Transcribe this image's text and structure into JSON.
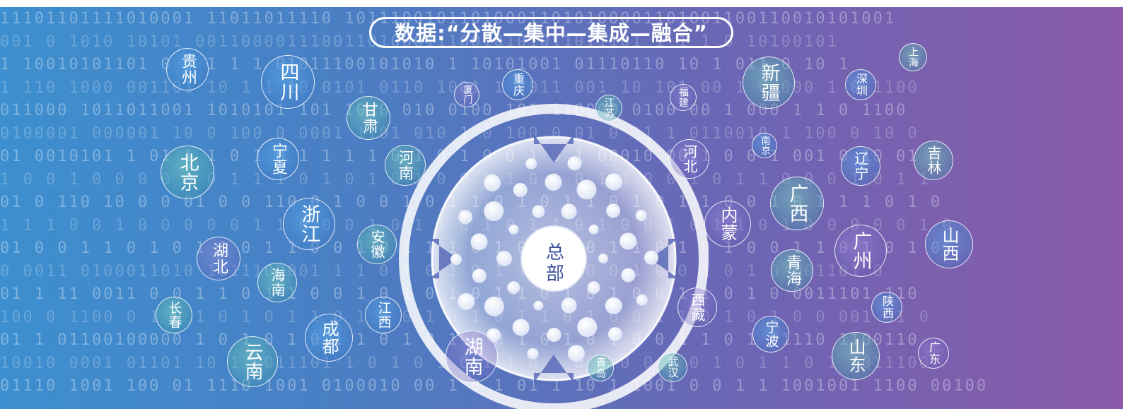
{
  "title": "数据:“分散—集中—集成—融合”",
  "hub": {
    "label": "总部"
  },
  "binary_rows": [
    "11101101111010001  11011011110 101110010110100011010100001101001100110010101001",
    "001 0 1010 10101  001100001110011010001110010101011011101 1 1 1 0 10100101",
    "1 10010101101  0  0 1 1 1 01011100101010 1 10101001 01110110 10 1 011 0 10 1",
    "1 110 1000 001101 10 1 1 10 0101 0110 1001 1 1011 001 10 101 00 1 0 000 1 0 1100",
    "011000 1011011001 1010101 101 10 0 010 0100 101 110000 0100 00 1 000 1 1 0 1100",
    "0100001 000001 10 0 100 0 0001 1101 010 1 0 100 0 01 0 11 1 0110010 1 100 0 10 0",
    "01 0010101 1 01 1 1 0 1 0 1 1 1 1 0 1 0 1 0 0 1 0 1 00010 0011 0 0 1 001 0 10 01",
    "1 0 0 1 0 0 0 0 0 0 1 1 1 0 1 0 1 0 1 0 0 1 1 0 1 0 1 1 0 0 1 0 1 1 0 0 0 1 0 1 1",
    "01 0 110 10 0 0 01 0 0 110 0 1 0 0 1 0 1 1 0 1 0 1 1 0 1 0 1 1 0 0 1 0 1 1 1 0 1 0",
    "1 1 1 0 0 1 0 0 0 0 0 1 1 0 0 0 1 0 1 1 0 1 0 1 1 0 1 0 0 1 0 1 1 0 1 0 0 0 0 0 1 0",
    "01 0 0 1 1 0 1 0 1 1 0 1 1 0 0 1 0 1 1 1 0 1 0 1 0 0 1 1 0 1 0 1 0 0 1 1 0 1 0 1 0",
    "0 0011 0100011010 1011100001 1 1 0 1 0 1 0 1 1 0 1 0 0 1 0 0 1 0 1 0 001101 0",
    "01 1 11 0011 0 0 1 1 0 1 1 0 0 1 0 1 0 1 0 1 1 0 1 0 1 0 0 1 1 0 1 0 0011101 110",
    "100 0 1100 0 1 0 1 0 1 0 1 1 0 1 0 0 1 0 1 0 1 1 0 1 0 0 1 1 0 1 0 1 0 0 001 01 0",
    "01 1 01100100000 1 0 1 0 1 0 1 1 0 1 0 1 0 0 1 0 1 0 1 0 0 1 1 0 1 01110 1100110",
    "10010 0001 01101 10 1 0011101 1 0 1 0 1 0 1 1 0 1 0 1 0 0 1 0 1 0 1 1 0 1 1011100",
    "01110 1001 100 01 1110 1001 0100010 00 1 0 1 01 1 10 1 1001 0 0 1 1 1001001 1100 00100"
  ],
  "bubbles": [
    {
      "name": "贵州",
      "style": "blue"
    },
    {
      "name": "四川",
      "style": "blue"
    },
    {
      "name": "甘肃",
      "style": "teal"
    },
    {
      "name": "北京",
      "style": "teal"
    },
    {
      "name": "宁夏",
      "style": "blue"
    },
    {
      "name": "河南",
      "style": "teal"
    },
    {
      "name": "浙江",
      "style": "blue"
    },
    {
      "name": "湖北",
      "style": "purple"
    },
    {
      "name": "安徽",
      "style": "teal"
    },
    {
      "name": "海南",
      "style": "teal"
    },
    {
      "name": "长春",
      "style": "teal"
    },
    {
      "name": "成都",
      "style": "blue"
    },
    {
      "name": "江西",
      "style": "blue"
    },
    {
      "name": "云南",
      "style": "teal"
    },
    {
      "name": "湖南",
      "style": "purple"
    },
    {
      "name": "厦门",
      "style": "purple"
    },
    {
      "name": "重庆",
      "style": "blue"
    },
    {
      "name": "江苏",
      "style": "teal"
    },
    {
      "name": "福建",
      "style": "purple"
    },
    {
      "name": "河北",
      "style": "purple"
    },
    {
      "name": "南京",
      "style": "blue"
    },
    {
      "name": "新疆",
      "style": "teal"
    },
    {
      "name": "上海",
      "style": "teal"
    },
    {
      "name": "深圳",
      "style": "blue"
    },
    {
      "name": "辽宁",
      "style": "blue"
    },
    {
      "name": "吉林",
      "style": "teal"
    },
    {
      "name": "广西",
      "style": "teal"
    },
    {
      "name": "内蒙",
      "style": "purple"
    },
    {
      "name": "广州",
      "style": "purple"
    },
    {
      "name": "山西",
      "style": "blue"
    },
    {
      "name": "青海",
      "style": "teal"
    },
    {
      "name": "西藏",
      "style": "purple"
    },
    {
      "name": "宁波",
      "style": "blue"
    },
    {
      "name": "陕西",
      "style": "blue"
    },
    {
      "name": "山东",
      "style": "teal"
    },
    {
      "name": "广东",
      "style": "purple"
    },
    {
      "name": "青岛",
      "style": "teal"
    },
    {
      "name": "武汉",
      "style": "teal"
    }
  ]
}
